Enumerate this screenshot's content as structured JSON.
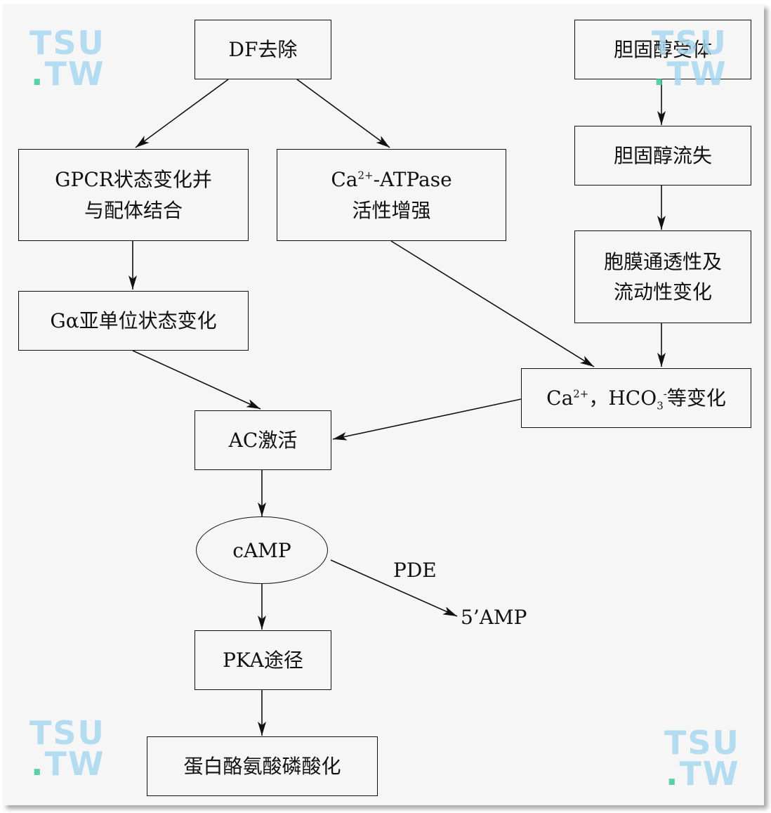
{
  "nodes": {
    "df_removal": "DF去除",
    "gpcr_line1": "GPCR状态变化并",
    "gpcr_line2": "与配体结合",
    "atpase_ca": "Ca",
    "atpase_sup": "2+",
    "atpase_rest": "-ATPase",
    "atpase_line2": "活性增强",
    "galpha": "Gα亚单位状态变化",
    "cholesterol_receptor": "胆固醇受体",
    "cholesterol_loss": "胆固醇流失",
    "membrane_line1": "胞膜通透性及",
    "membrane_line2": "流动性变化",
    "ion_ca": "Ca",
    "ion_ca_sup": "2+",
    "ion_sep": "，HCO",
    "ion_sub": "3",
    "ion_sup": "-",
    "ion_tail": "等变化",
    "ac_activation": "AC激活",
    "camp": "cAMP",
    "pde": "PDE",
    "amp5": "5’AMP",
    "pka_pathway": "PKA途径",
    "tyrosine_phosphorylation": "蛋白酪氨酸磷酸化"
  },
  "watermark": {
    "line1": "TSU",
    "dot": ".",
    "line2": "TW"
  },
  "colors": {
    "paper": "#f6f6f6",
    "line": "#111111",
    "watermark": "#a9d8ef",
    "watermark_dot": "#40c8a0"
  }
}
